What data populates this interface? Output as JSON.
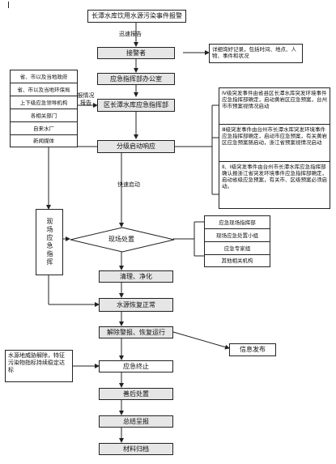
{
  "nodes": {
    "report": "长潭水库饮用水源污染事件报警",
    "receiver": "接警者",
    "office": "应急指挥部办公室",
    "district_hq": "区长潭水库应急指挥部",
    "start_response": "分级启动响应",
    "scene": "现场处置",
    "cleanup": "清理、净化",
    "restore": "水源恢复正常",
    "release": "解除警报、恢复运行",
    "terminate": "应急终止",
    "aftermath": "善后处置",
    "summary": "总结呈报",
    "archive": "材料归档",
    "info_release": "信息发布"
  },
  "labels": {
    "quick_report": "迅速报告",
    "report_situation": "报情况报告",
    "quick_start": "快速启动"
  },
  "notes": {
    "receiver_detail": "详细询好记录，包括时间、地点、人物、事件和状况",
    "level_iv": "Ⅳ级突发事件由省县区长潭水库突发环境事件应急指挥部确定，启动黄岩区应急预案，台州市市预案视情况启动",
    "level_iii": "Ⅲ级突发事件由台州市长潭水库突发环境事件应急指挥部确定，启动市应急预案，有关黄岩区应急预案随启动，浙江省预案视情况启动",
    "level_ii": "Ⅱ、Ⅰ级突发事件由台州市长潭水库应急指挥部确认报浙江省突发环境事件应急指挥部确定，启动省级应急预案，有关市、区级预案必须启动。",
    "terminate_cond": "水源地威胁解除，特征污染物指标持续稳定达标"
  },
  "agencies": [
    "省、市以及当地政府",
    "省、市以及当地环保局",
    "上下级应急领导机构",
    "各相关部门",
    "自来水厂",
    "新闻媒体"
  ],
  "field_command": "现场应急指挥",
  "teams": [
    "应急现场指挥部",
    "现场应急处置小组",
    "应急专家组",
    "其他相关机构"
  ]
}
